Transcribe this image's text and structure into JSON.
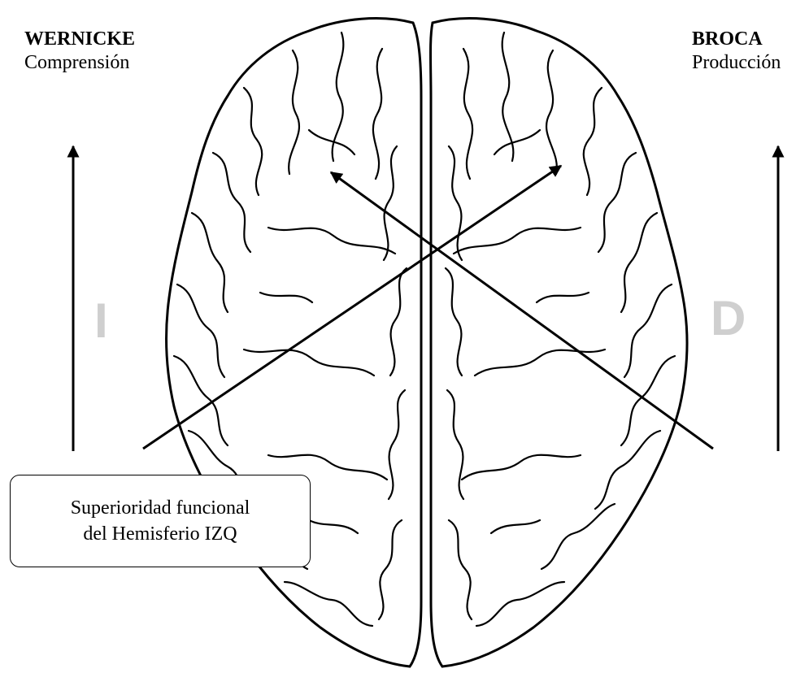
{
  "left_area": {
    "title": "WERNICKE",
    "subtitle": "Comprensión"
  },
  "right_area": {
    "title": "BROCA",
    "subtitle": "Producción"
  },
  "hemisphere_labels": {
    "left": "I",
    "right": "D"
  },
  "callout": {
    "line1": "Superioridad funcional",
    "line2": "del Hemisferio IZQ"
  },
  "colors": {
    "ink": "#000000",
    "hemisphere_letter": "#cfcfcf",
    "background": "#ffffff"
  }
}
